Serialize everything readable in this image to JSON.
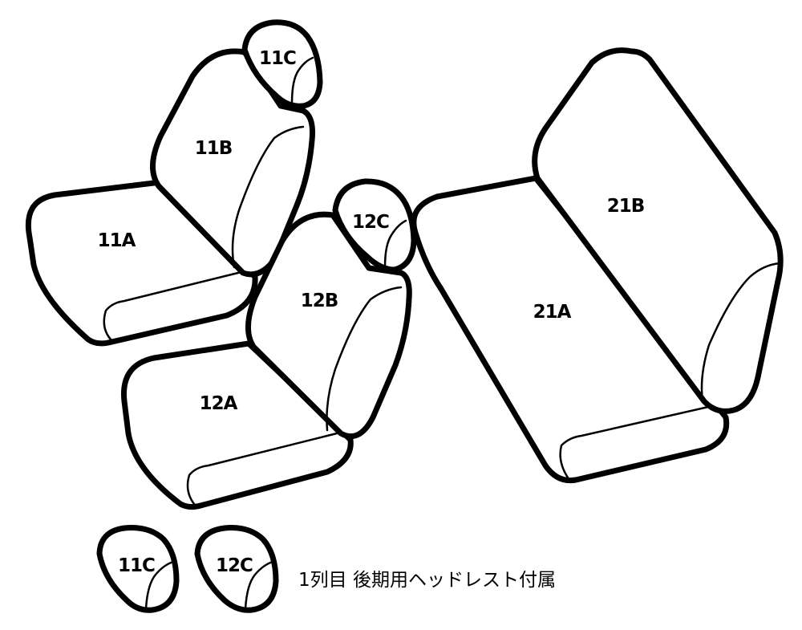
{
  "labels": {
    "seat_11c": "11C",
    "seat_11b": "11B",
    "seat_11a": "11A",
    "seat_12c": "12C",
    "seat_12b": "12B",
    "seat_12a": "12A",
    "seat_21b": "21B",
    "seat_21a": "21A",
    "legend_11c": "11C",
    "legend_12c": "12C"
  },
  "caption": "1列目 後期用ヘッドレスト付属",
  "colors": {
    "line": "#000000",
    "fill": "#ffffff"
  }
}
